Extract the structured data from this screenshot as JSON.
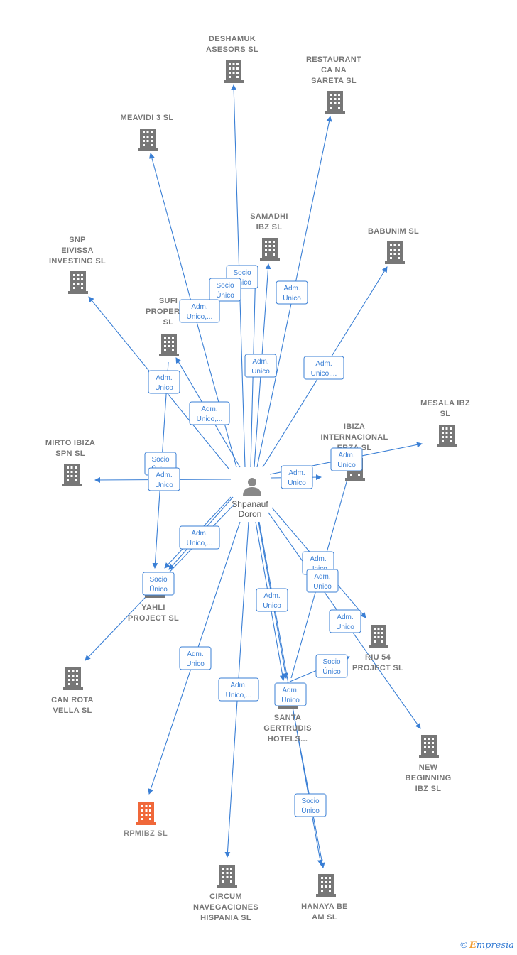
{
  "person": {
    "name_line1": "Shpanauf",
    "name_line2": "Doron"
  },
  "companies": [
    {
      "id": "deshamuk",
      "lines": [
        "DESHAMUK",
        "ASESORS  SL"
      ],
      "highlight": false
    },
    {
      "id": "restaurant",
      "lines": [
        "RESTAURANT",
        "CA NA",
        "SARETA  SL"
      ],
      "highlight": false
    },
    {
      "id": "meavidi",
      "lines": [
        "MEAVIDI 3  SL"
      ],
      "highlight": false
    },
    {
      "id": "samadhi",
      "lines": [
        "SAMADHI",
        "IBZ  SL"
      ],
      "highlight": false
    },
    {
      "id": "babunim",
      "lines": [
        "BABUNIM  SL"
      ],
      "highlight": false
    },
    {
      "id": "snp",
      "lines": [
        "SNP",
        "EIVISSA",
        "INVESTING  SL"
      ],
      "highlight": false
    },
    {
      "id": "sufi",
      "lines": [
        "SUFI",
        "PROPERT...",
        "SL"
      ],
      "highlight": false
    },
    {
      "id": "mesala",
      "lines": [
        "MESALA IBZ",
        "SL"
      ],
      "highlight": false
    },
    {
      "id": "ibiza",
      "lines": [
        "IBIZA",
        "INTERNACIONAL",
        "EBZA  SL"
      ],
      "highlight": false
    },
    {
      "id": "mirto",
      "lines": [
        "MIRTO IBIZA",
        "SPN  SL"
      ],
      "highlight": false
    },
    {
      "id": "yahli",
      "lines": [
        "YAHLI",
        "PROJECT  SL"
      ],
      "highlight": false
    },
    {
      "id": "riu54",
      "lines": [
        "RIU 54",
        "PROJECT  SL"
      ],
      "highlight": false
    },
    {
      "id": "canrota",
      "lines": [
        "CAN ROTA",
        "VELLA  SL"
      ],
      "highlight": false
    },
    {
      "id": "santa",
      "lines": [
        "SANTA",
        "GERTRUDIS",
        "HOTELS..."
      ],
      "highlight": false
    },
    {
      "id": "newbeginning",
      "lines": [
        "NEW",
        "BEGINNING",
        "IBZ  SL"
      ],
      "highlight": false
    },
    {
      "id": "rpmibz",
      "lines": [
        "RPMIBZ  SL"
      ],
      "highlight": true
    },
    {
      "id": "circum",
      "lines": [
        "CIRCUM",
        "NAVEGACIONES",
        "HISPANIA SL"
      ],
      "highlight": false
    },
    {
      "id": "hanaya",
      "lines": [
        "HANAYA BE",
        "AM  SL"
      ],
      "highlight": false
    }
  ],
  "edge_labels": [
    {
      "id": "l1",
      "lines": [
        "Socio",
        "Único"
      ]
    },
    {
      "id": "l2",
      "lines": [
        "Socio",
        "Único"
      ]
    },
    {
      "id": "l3",
      "lines": [
        "Adm.",
        "Unico,..."
      ]
    },
    {
      "id": "l4",
      "lines": [
        "Adm.",
        "Unico"
      ]
    },
    {
      "id": "l5",
      "lines": [
        "Adm.",
        "Unico"
      ]
    },
    {
      "id": "l6",
      "lines": [
        "Adm.",
        "Unico"
      ]
    },
    {
      "id": "l7",
      "lines": [
        "Adm.",
        "Unico,..."
      ]
    },
    {
      "id": "l8",
      "lines": [
        "Adm.",
        "Unico,..."
      ]
    },
    {
      "id": "l9",
      "lines": [
        "Socio",
        "Único"
      ]
    },
    {
      "id": "l10",
      "lines": [
        "Adm.",
        "Unico"
      ]
    },
    {
      "id": "l11",
      "lines": [
        "Adm.",
        "Unico"
      ]
    },
    {
      "id": "l12",
      "lines": [
        "Adm.",
        "Unico"
      ]
    },
    {
      "id": "l13",
      "lines": [
        "Adm.",
        "Unico,..."
      ]
    },
    {
      "id": "l14",
      "lines": [
        "Adm.",
        "Unico"
      ]
    },
    {
      "id": "l15",
      "lines": [
        "Adm.",
        "Unico"
      ]
    },
    {
      "id": "l16",
      "lines": [
        "Socio",
        "Único"
      ]
    },
    {
      "id": "l17",
      "lines": [
        "Adm.",
        "Unico"
      ]
    },
    {
      "id": "l18",
      "lines": [
        "Adm.",
        "Unico"
      ]
    },
    {
      "id": "l19",
      "lines": [
        "Socio",
        "Único"
      ]
    },
    {
      "id": "l20",
      "lines": [
        "Adm.",
        "Unico"
      ]
    },
    {
      "id": "l21",
      "lines": [
        "Adm.",
        "Unico"
      ]
    },
    {
      "id": "l22",
      "lines": [
        "Adm.",
        "Unico,..."
      ]
    },
    {
      "id": "l23",
      "lines": [
        "Socio",
        "Único"
      ]
    }
  ],
  "colors": {
    "edge": "#3a7fd5",
    "building": "#777777",
    "building_highlight": "#f0683a",
    "person": "#888888"
  },
  "brand": {
    "copyright": "©",
    "name_first": "E",
    "name_rest": "mpresia"
  }
}
